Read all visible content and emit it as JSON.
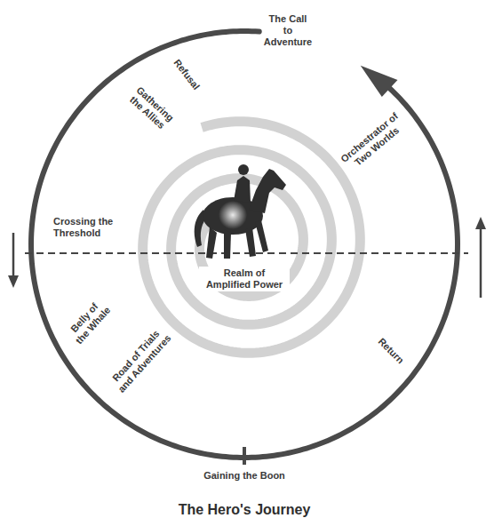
{
  "diagram": {
    "title": "The Hero's Journey",
    "labels": [
      "The Call to Adventure",
      "Refusal",
      "Gathering the Allies",
      "Crossing the Threshold",
      "Belly of the Whale",
      "Road of Trials and Adventures",
      "Gaining the Boon",
      "Return",
      "Orchestrator of Two Worlds",
      "Realm of Amplified Power"
    ]
  }
}
